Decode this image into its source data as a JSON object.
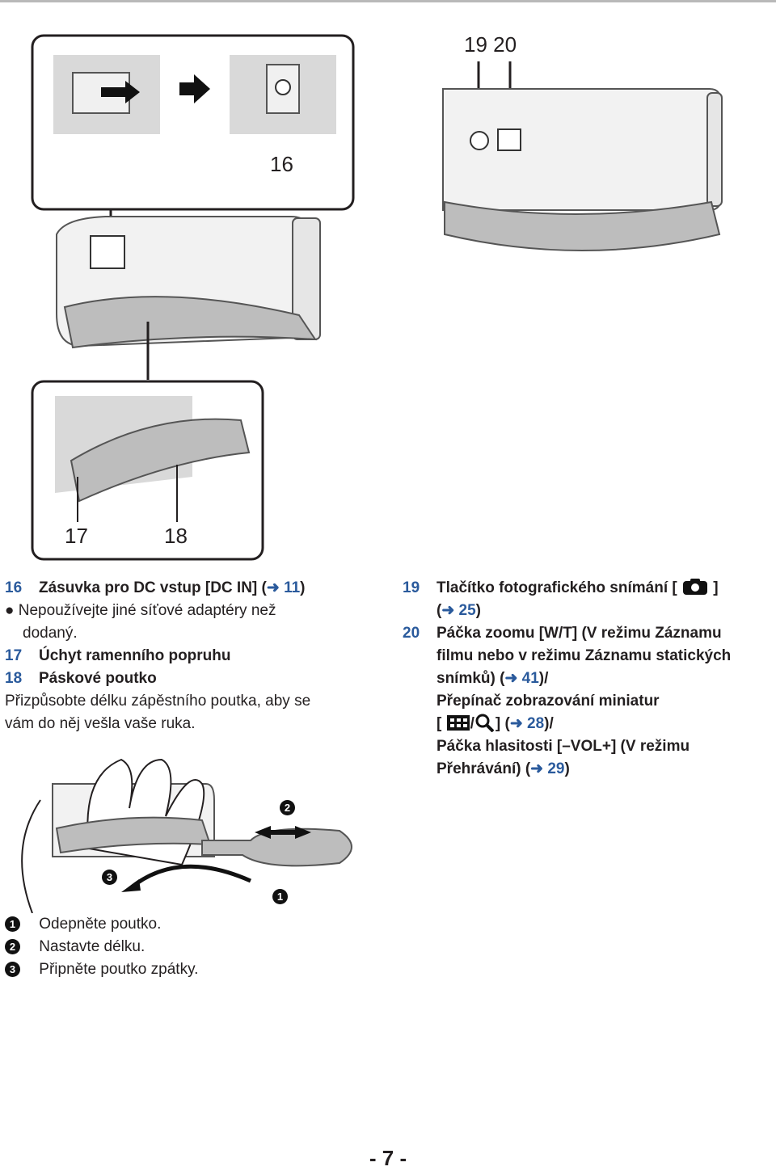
{
  "callouts": {
    "c16": "16",
    "c17": "17",
    "c18": "18",
    "c19_20": "19 20"
  },
  "left_list": {
    "item16_num": "16",
    "item16_text": "Zásuvka pro DC vstup [DC IN] (",
    "item16_ref": "11",
    "item16_tail": ")",
    "bullet_line1": "Nepoužívejte jiné síťové adaptéry než",
    "bullet_line2": "dodaný.",
    "item17_num": "17",
    "item17_text": "Úchyt ramenního popruhu",
    "item18_num": "18",
    "item18_text": "Páskové poutko",
    "note_line1": "Přizpůsobte délku zápěstního poutka, aby se",
    "note_line2": "vám do něj vešla vaše ruka."
  },
  "right_list": {
    "item19_num": "19",
    "item19_text": "Tlačítko fotografického snímání [",
    "item19_close": "]",
    "item19_ref_open": "(",
    "item19_ref": "25",
    "item19_ref_close": ")",
    "item20_num": "20",
    "item20_line1": "Páčka zoomu [W/T] (V režimu Záznamu",
    "item20_line2": "filmu nebo v režimu Záznamu statických",
    "item20_line3a": "snímků) (",
    "item20_ref1": "41",
    "item20_line3b": ")/",
    "item20_line4": "Přepínač zobrazování miniatur",
    "item20_line5a": "[",
    "item20_line5b": "/",
    "item20_line5c": "] (",
    "item20_ref2": "28",
    "item20_line5d": ")/",
    "item20_line6": "Páčka hlasitosti [–VOL+] (V režimu",
    "item20_line7a": "Přehrávání) (",
    "item20_ref3": "29",
    "item20_line7b": ")"
  },
  "steps": {
    "marker1": "1",
    "marker2": "2",
    "marker3": "3",
    "step1": "Odepněte poutko.",
    "step2": "Nastavte délku.",
    "step3": "Připněte poutko zpátky."
  },
  "page_number": "- 7 -",
  "icons": [
    "camera-icon",
    "thumbnail-grid-icon",
    "magnifier-icon",
    "arrow-right-icon"
  ],
  "colors": {
    "reference_blue": "#2a5a9c",
    "text": "#231f20",
    "rule": "#b9b9b9"
  }
}
